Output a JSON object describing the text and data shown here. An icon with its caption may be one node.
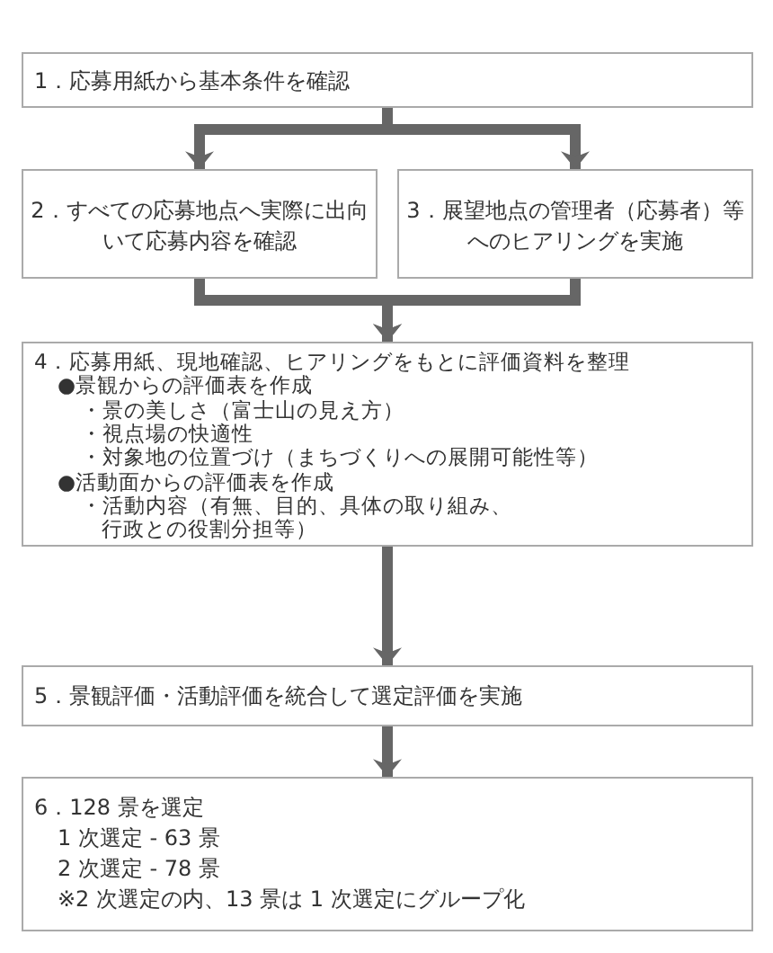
{
  "diagram": {
    "nodes": [
      {
        "text": [
          "1．応募用紙から基本条件を確認"
        ]
      },
      {
        "text": [
          "2．すべての応募地点へ実際に出向いて応募内容を確認"
        ]
      },
      {
        "text": [
          "3．展望地点の管理者（応募者）等へのヒアリングを実施"
        ]
      },
      {
        "text": [
          "4．応募用紙、現地確認、ヒアリングをもとに評価資料を整理",
          "●景観からの評価表を作成",
          "・景の美しさ（富士山の見え方）",
          "・視点場の快適性",
          "・対象地の位置づけ（まちづくりへの展開可能性等）",
          "●活動面からの評価表を作成",
          "・活動内容（有無、目的、具体の取り組み、行政との役割分担等）"
        ]
      },
      {
        "text": [
          "5．景観評価・活動評価を統合して選定評価を実施"
        ]
      },
      {
        "text": [
          "6．128 景を選定",
          "1 次選定 - 63 景",
          "2 次選定 - 78 景",
          "※2 次選定の内、13 景は 1 次選定にグループ化"
        ]
      }
    ],
    "edges": [
      {
        "from": 0,
        "to": 1,
        "arrow": "to"
      },
      {
        "from": 0,
        "to": 2,
        "arrow": "to"
      },
      {
        "from": 1,
        "to": 3,
        "arrow": "to"
      },
      {
        "from": 2,
        "to": 3,
        "arrow": "to"
      },
      {
        "from": 3,
        "to": 4,
        "arrow": "to"
      },
      {
        "from": 4,
        "to": 5,
        "arrow": "to"
      }
    ]
  }
}
